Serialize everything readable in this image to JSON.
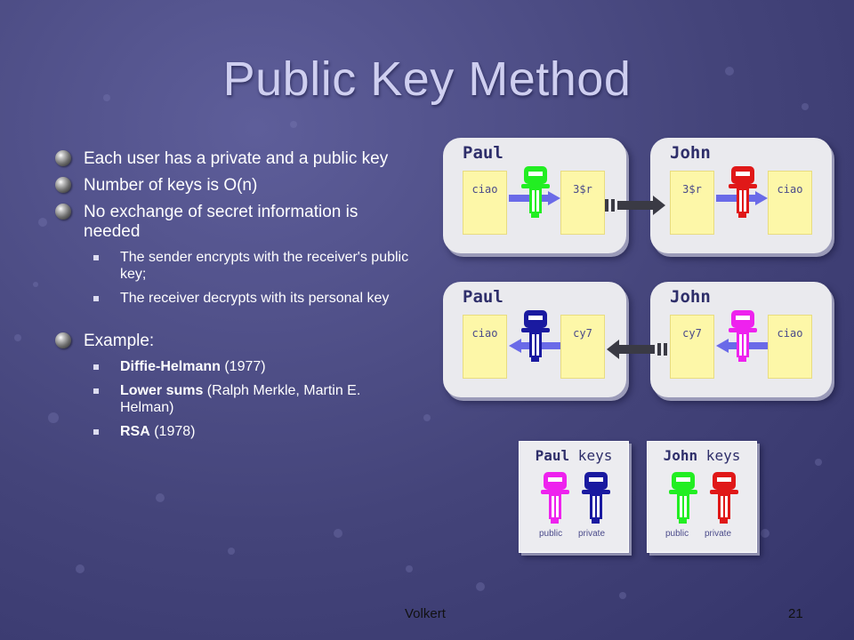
{
  "slide": {
    "title": "Public Key Method",
    "footer_author": "Volkert",
    "page_number": "21"
  },
  "bullets": [
    {
      "text": "Each user has a private and a public key"
    },
    {
      "text": "Number of keys is O(n)"
    },
    {
      "text": "No exchange of secret information is needed"
    }
  ],
  "sub_bullets_1": [
    "The sender encrypts with the receiver's public key;",
    "The receiver decrypts with its personal key"
  ],
  "example": {
    "label": "Example:",
    "items": [
      {
        "bold": "Diffie-Helmann",
        "rest": " (1977)"
      },
      {
        "bold": "Lower sums",
        "rest": " (Ralph Merkle, Martin E. Helman)"
      },
      {
        "bold": "RSA",
        "rest": " (1978)"
      }
    ]
  },
  "diagram": {
    "row1": {
      "left": {
        "name": "Paul",
        "in": "ciao",
        "out": "3$r",
        "key_color": "#22ee22"
      },
      "right": {
        "name": "John",
        "in": "3$r",
        "out": "ciao",
        "key_color": "#e01818"
      }
    },
    "row2": {
      "left": {
        "name": "Paul",
        "in": "ciao",
        "out": "cy7",
        "key_color": "#1a1aa0"
      },
      "right": {
        "name": "John",
        "in": "cy7",
        "out": "ciao",
        "key_color": "#ee22ee"
      }
    },
    "paul_keys": {
      "owner": "Paul",
      "suffix": " keys",
      "public_label": "public",
      "private_label": "private",
      "public_color": "#ee22ee",
      "private_color": "#1a1aa0"
    },
    "john_keys": {
      "owner": "John",
      "suffix": " keys",
      "public_label": "public",
      "private_label": "private",
      "public_color": "#22ee22",
      "private_color": "#e01818"
    }
  },
  "colors": {
    "arrow_blue": "#6a6ae8",
    "connector_dark": "#3a3a44"
  }
}
